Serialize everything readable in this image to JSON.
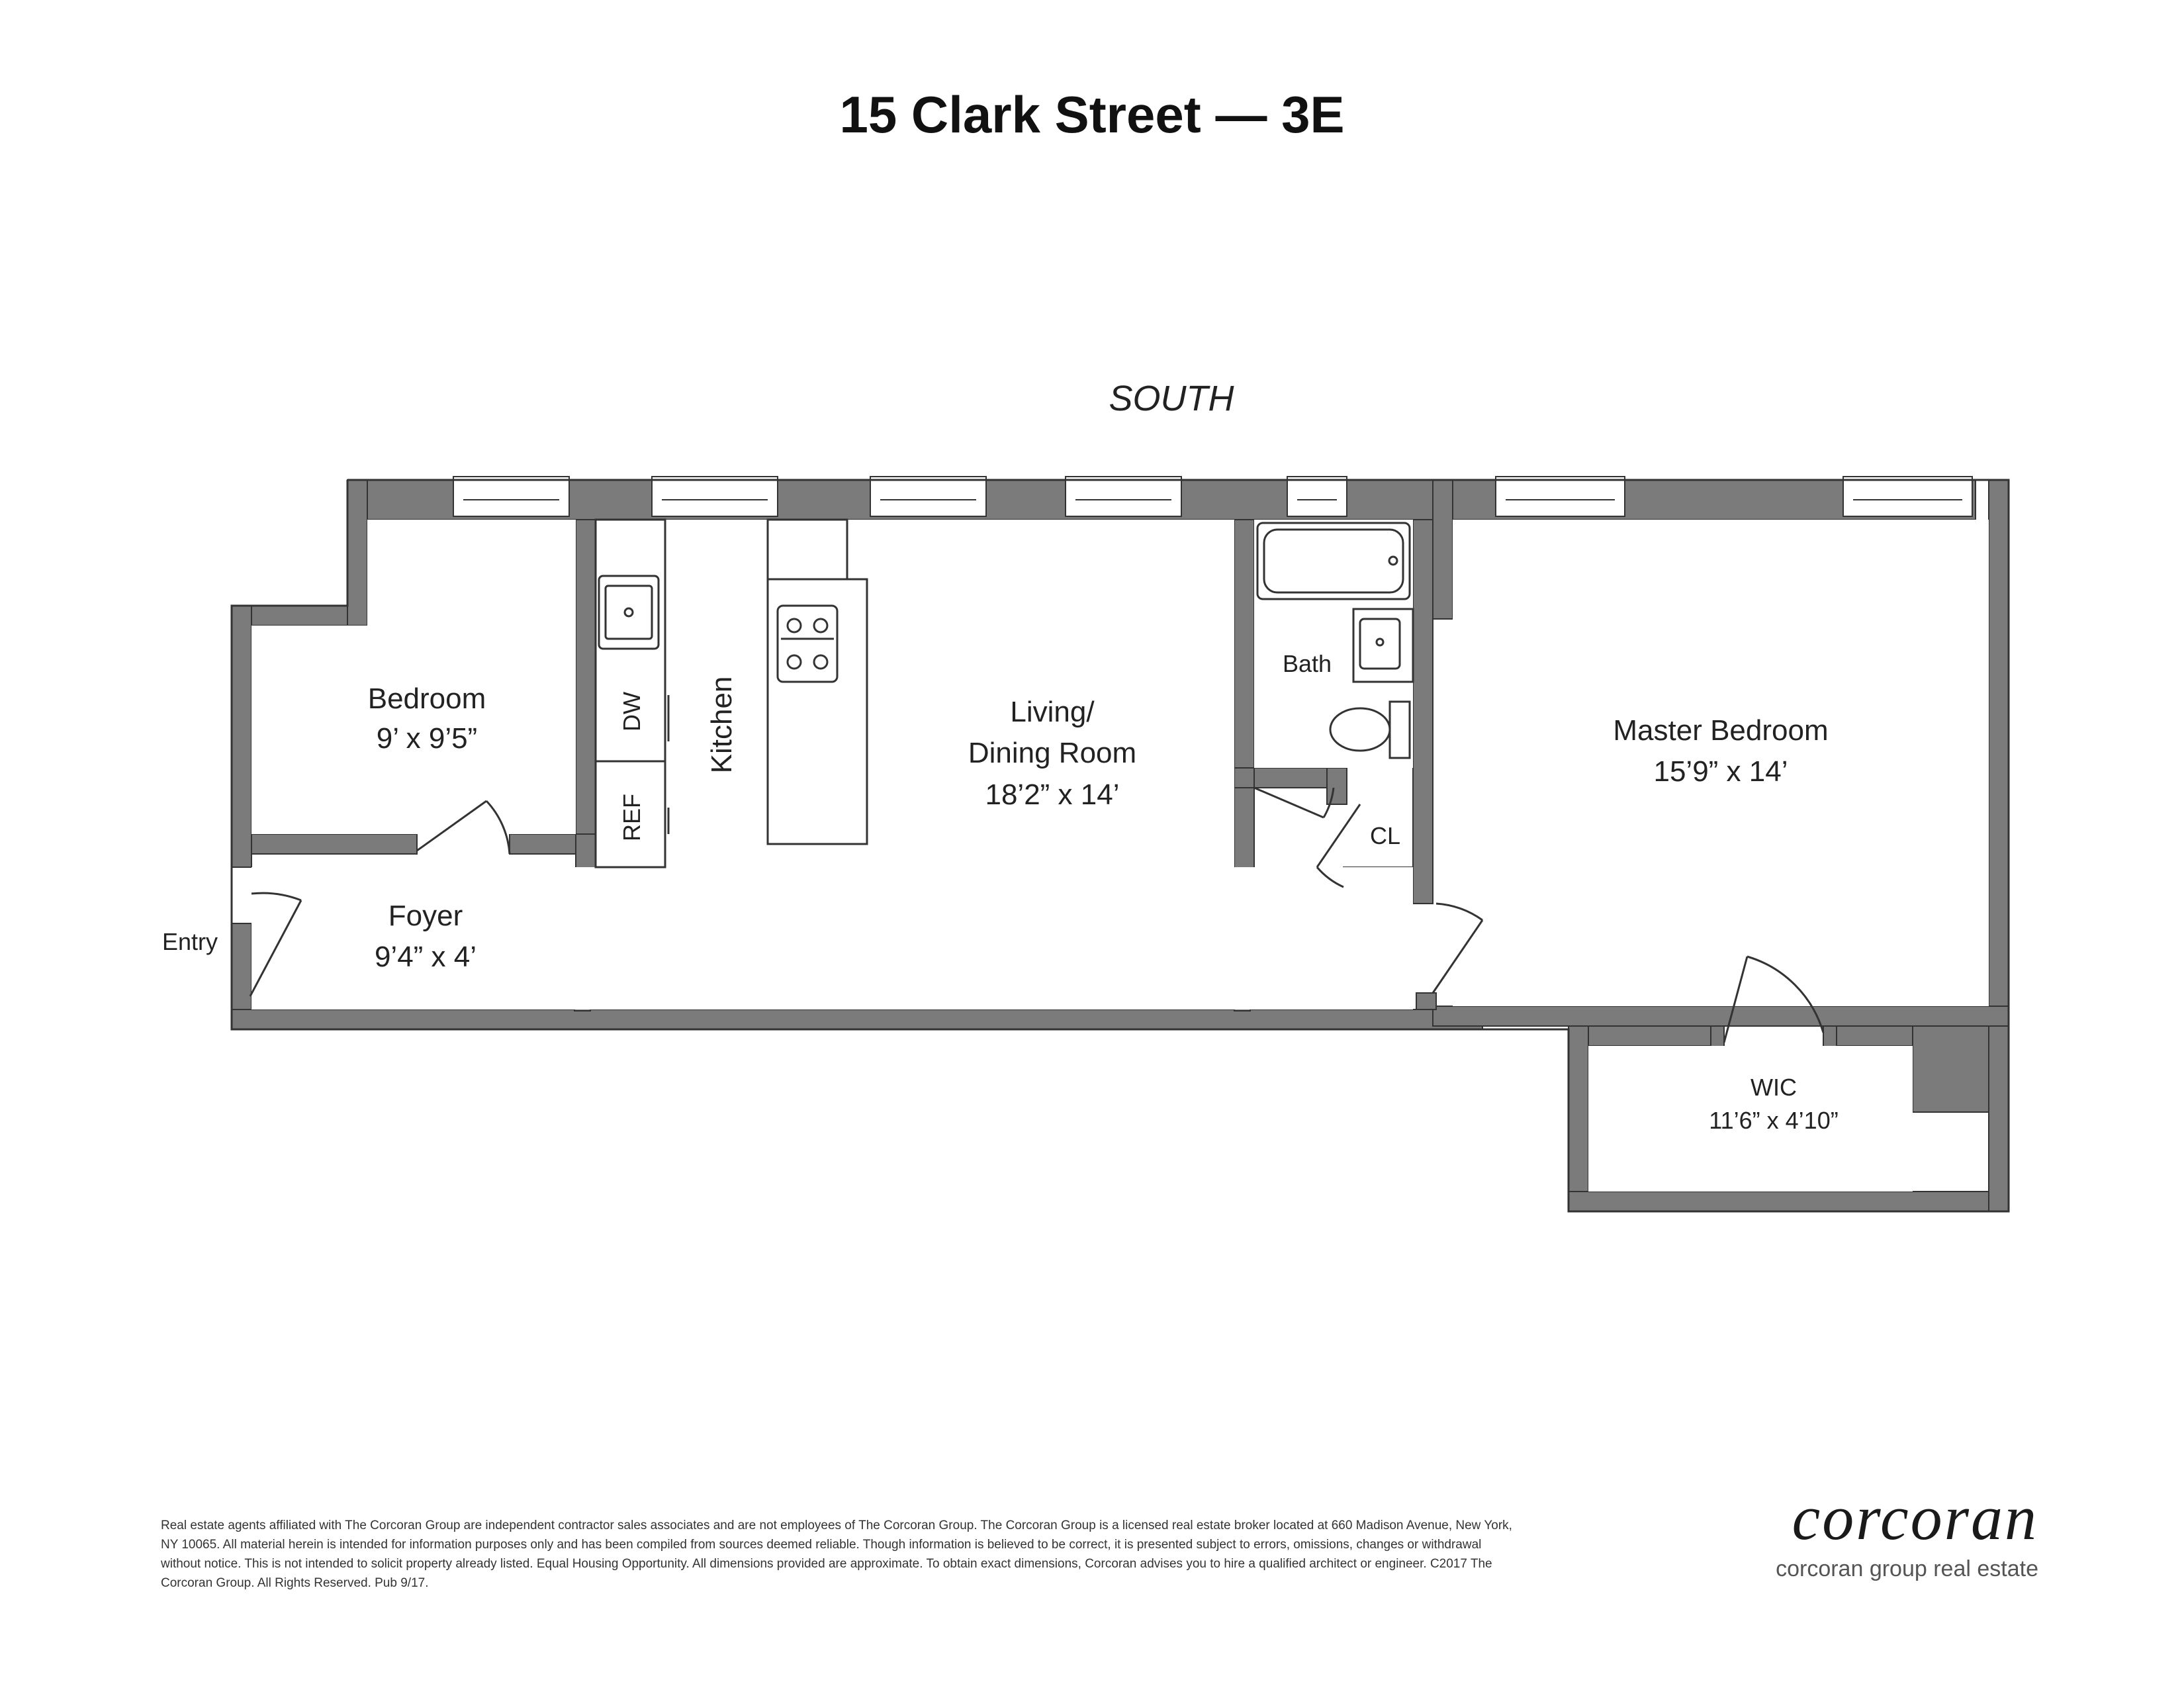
{
  "title": "15 Clark Street — 3E",
  "compass": "SOUTH",
  "rooms": {
    "bedroom": {
      "name": "Bedroom",
      "dims": "9’ x 9’5”"
    },
    "kitchen": {
      "name": "Kitchen",
      "dw": "DW",
      "ref": "REF"
    },
    "living": {
      "name_line1": "Living/",
      "name_line2": "Dining Room",
      "dims": "18’2” x 14’"
    },
    "bath": {
      "name": "Bath"
    },
    "closet": {
      "name": "CL"
    },
    "master": {
      "name": "Master Bedroom",
      "dims": "15’9” x 14’"
    },
    "foyer": {
      "name": "Foyer",
      "dims": "9’4” x 4’"
    },
    "wic": {
      "name": "WIC",
      "dims": "11’6” x 4’10”"
    },
    "entry": {
      "name": "Entry"
    }
  },
  "colors": {
    "wall": "#7b7b7b",
    "line": "#333333"
  },
  "disclaimer": "Real estate agents affiliated with The Corcoran Group are independent contractor sales associates and are not employees of The Corcoran Group. The Corcoran Group is a licensed real estate broker located at 660 Madison Avenue, New York, NY 10065. All material herein is intended for information purposes only and has been compiled from sources deemed reliable. Though information is believed to be correct, it is presented subject to errors, omissions, changes or withdrawal without notice. This is not intended to solicit property already listed. Equal Housing Opportunity. All dimensions provided are approximate. To obtain exact dimensions, Corcoran advises you to hire a qualified architect or engineer. C2017 The Corcoran Group. All Rights Reserved. Pub 9/17.",
  "logo": {
    "wordmark": "corcoran",
    "tagline": "corcoran group real estate"
  }
}
